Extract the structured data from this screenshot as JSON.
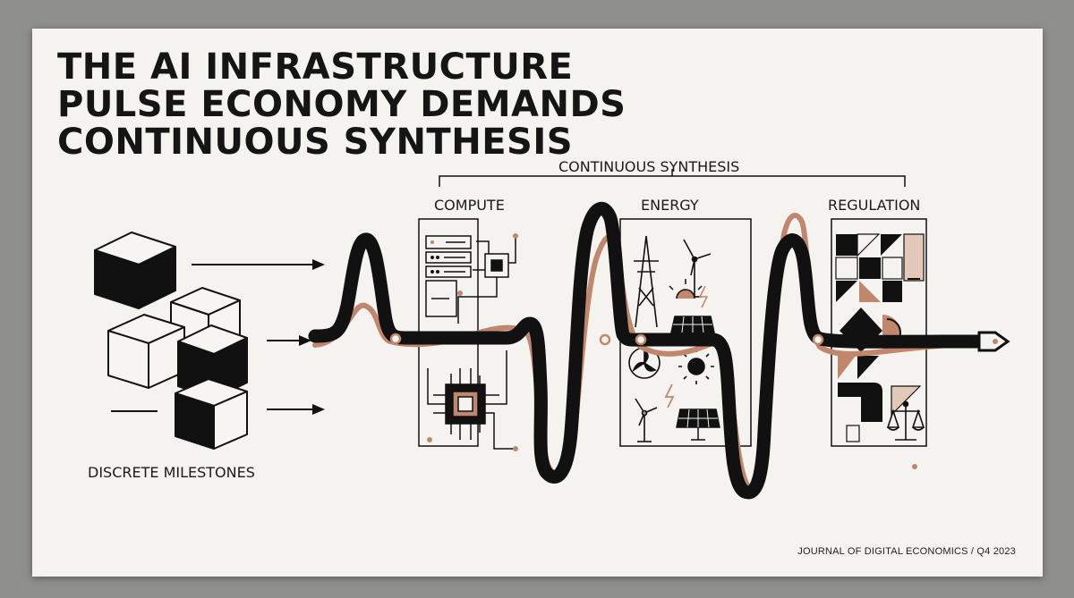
{
  "title": {
    "line1": "THE AI INFRASTRUCTURE",
    "line2": "PULSE ECONOMY DEMANDS",
    "line3": "CONTINUOUS SYNTHESIS"
  },
  "labels": {
    "continuous_synthesis": "CONTINUOUS SYNTHESIS",
    "compute": "COMPUTE",
    "energy": "ENERGY",
    "regulation": "REGULATION",
    "discrete_milestones": "DISCRETE MILESTONES"
  },
  "footer": "JOURNAL OF DIGITAL ECONOMICS / Q4 2023",
  "colors": {
    "ink": "#111111",
    "accent": "#c0876c",
    "accent_light": "#e3c9b8",
    "paper": "#f4f3ef"
  }
}
